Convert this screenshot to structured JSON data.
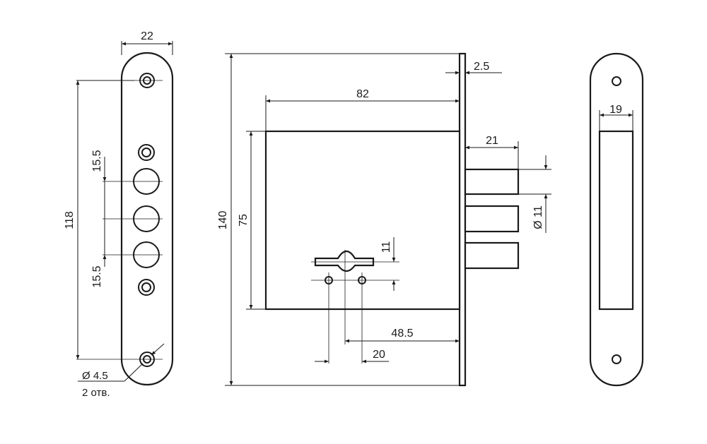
{
  "front_plate": {
    "width": "22",
    "hole_spacing_top": "15.5",
    "hole_spacing_bottom": "15.5",
    "height": "118",
    "hole_diameter": "Ø 4.5",
    "hole_count": "2 отв."
  },
  "lock_body": {
    "total_height": "140",
    "body_height": "75",
    "body_depth": "82",
    "plate_thickness": "2.5",
    "bolt_throw": "21",
    "bolt_diameter": "Ø 11",
    "key_slot_offset": "11",
    "backset": "48.5",
    "hole_spacing": "20"
  },
  "strike_plate": {
    "opening_width": "19"
  }
}
